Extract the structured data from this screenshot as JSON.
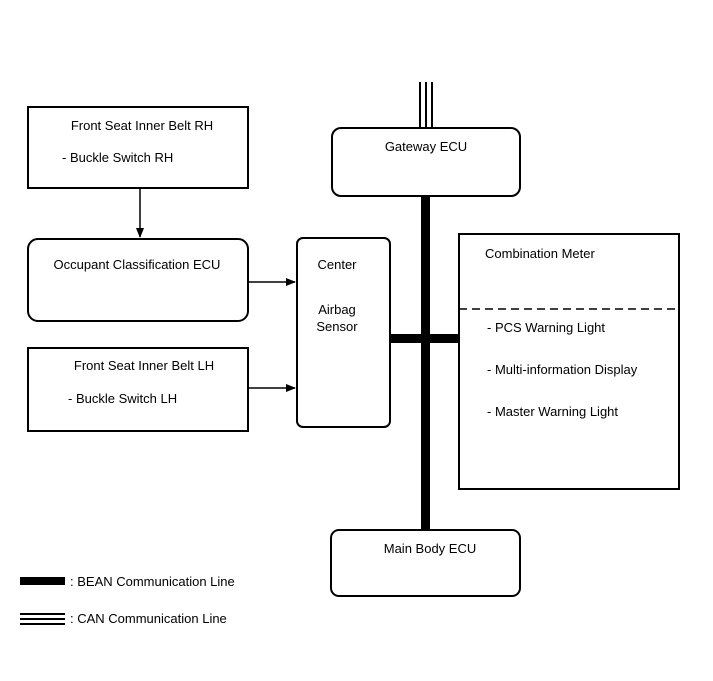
{
  "diagram": {
    "gateway_ecu": {
      "label": "Gateway ECU"
    },
    "front_seat_rh": {
      "title": "Front Seat Inner Belt RH",
      "item": "- Buckle Switch RH"
    },
    "occupant_ecu": {
      "label": "Occupant Classification ECU"
    },
    "front_seat_lh": {
      "title": "Front Seat Inner Belt LH",
      "item": "- Buckle Switch LH"
    },
    "center_airbag": {
      "line1": "Center",
      "line2": "Airbag",
      "line3": "Sensor"
    },
    "combination_meter": {
      "title": "Combination Meter",
      "items": [
        "- PCS Warning Light",
        "- Multi-information Display",
        "- Master Warning Light"
      ]
    },
    "main_body_ecu": {
      "label": "Main Body ECU"
    }
  },
  "legend": {
    "bean": ": BEAN Communication Line",
    "can": ": CAN Communication Line"
  },
  "colors": {
    "line": "#000000",
    "background": "#ffffff"
  }
}
